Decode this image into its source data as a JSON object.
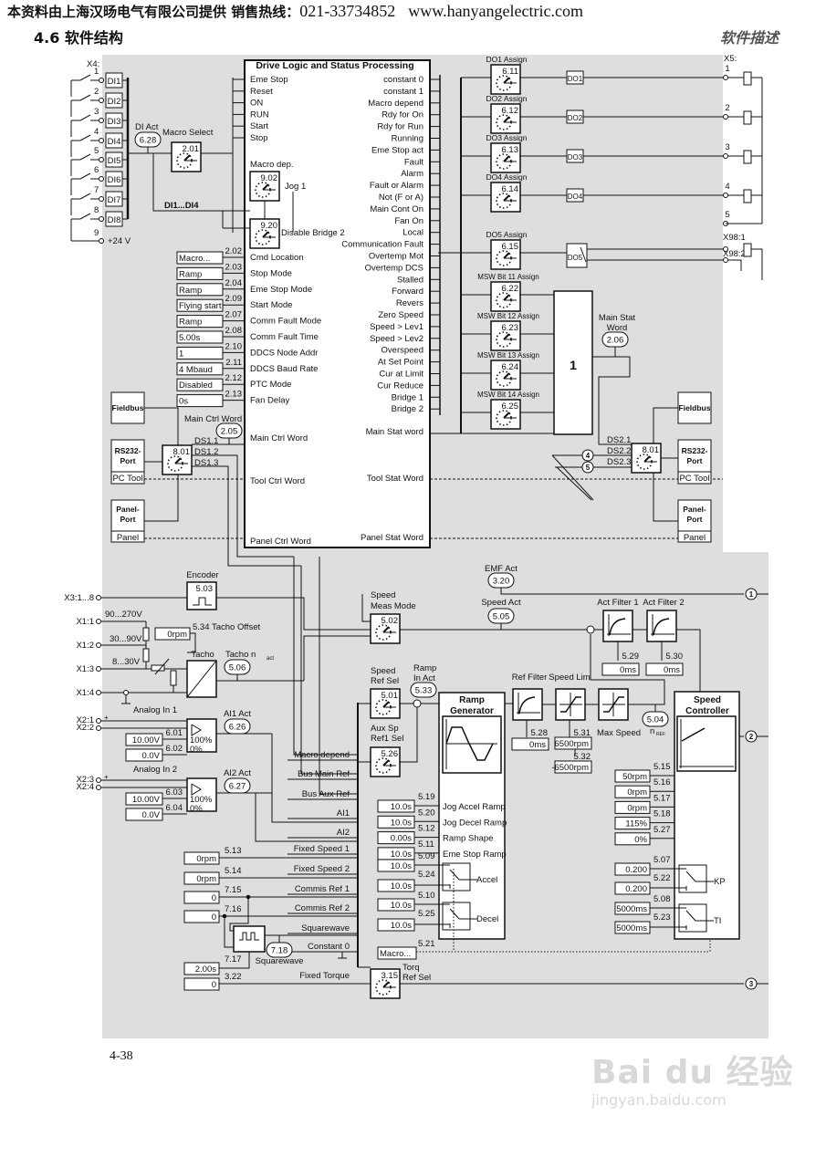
{
  "header": {
    "company_line": "本资料由上海汉旸电气有限公司提供 销售热线：",
    "phone": "021-33734852",
    "website": "www.hanyangelectric.com",
    "section_title": "4.6 软件结构",
    "section_right": "软件描述"
  },
  "footer": {
    "page_number": "4-38",
    "watermark_brand": "Bai du 经验",
    "watermark_url": "jingyan.baidu.com"
  },
  "digital_inputs": {
    "terminal": "X4:",
    "pins": [
      "1",
      "2",
      "3",
      "4",
      "5",
      "6",
      "7",
      "8",
      "9"
    ],
    "labels": [
      "DI1",
      "DI2",
      "DI3",
      "DI4",
      "DI5",
      "DI6",
      "DI7",
      "DI8"
    ],
    "supply": "+24 V",
    "di_act_label": "DI Act",
    "di_act_param": "6.28",
    "macro_select_label": "Macro Select",
    "macro_select_param": "2.01",
    "di_bus_label": "DI1...DI4"
  },
  "drive_logic": {
    "title": "Drive Logic and Status Processing",
    "inputs": [
      "Eme Stop",
      "Reset",
      "ON",
      "RUN",
      "Start",
      "Stop"
    ],
    "macro_dep_label": "Macro dep.",
    "jog_param": "9.02",
    "jog_label": "Jog 1",
    "disable_param": "9.20",
    "disable_label": "Disable Bridge 2",
    "settings": [
      {
        "value": "Macro...",
        "param": "2.02",
        "label": "Cmd Location"
      },
      {
        "value": "Ramp",
        "param": "2.03",
        "label": "Stop Mode"
      },
      {
        "value": "Ramp",
        "param": "2.04",
        "label": "Eme Stop Mode"
      },
      {
        "value": "Flying start",
        "param": "2.09",
        "label": "Start Mode"
      },
      {
        "value": "Ramp",
        "param": "2.07",
        "label": "Comm Fault Mode"
      },
      {
        "value": "5.00s",
        "param": "2.08",
        "label": "Comm Fault Time"
      },
      {
        "value": "1",
        "param": "2.10",
        "label": "DDCS Node Addr"
      },
      {
        "value": "4 Mbaud",
        "param": "2.11",
        "label": "DDCS Baud Rate"
      },
      {
        "value": "Disabled",
        "param": "2.12",
        "label": "PTC Mode"
      },
      {
        "value": "0s",
        "param": "2.13",
        "label": "Fan Delay"
      }
    ],
    "outputs": [
      "constant 0",
      "constant 1",
      "Macro depend",
      "Rdy for On",
      "Rdy for Run",
      "Running",
      "Eme Stop act",
      "Fault",
      "Alarm",
      "Fault or Alarm",
      "Not (F or A)",
      "Main Cont On",
      "Fan On",
      "Local",
      "Communication Fault",
      "Overtemp Mot",
      "Overtemp DCS",
      "Stalled",
      "Forward",
      "Revers",
      "Zero Speed",
      "Speed > Lev1",
      "Speed > Lev2",
      "Overspeed",
      "At Set Point",
      "Cur at Limit",
      "Cur Reduce",
      "Bridge 1",
      "Bridge 2"
    ],
    "main_ctrl_word": "Main Ctrl Word",
    "main_stat_word": "Main Stat word",
    "tool_ctrl_word": "Tool Ctrl Word",
    "tool_stat_word": "Tool Stat Word",
    "panel_ctrl_word": "Panel Ctrl Word",
    "panel_stat_word": "Panel Stat Word"
  },
  "comm_left": {
    "fieldbus": "Fieldbus",
    "rs232": "RS232-Port",
    "pc_tool": "PC Tool",
    "panel_port": "Panel-Port",
    "panel": "Panel",
    "main_ctrl_label": "Main Ctrl Word",
    "main_ctrl_param": "2.05",
    "selector_param": "8.01",
    "ds": [
      "DS1.1",
      "DS1.2",
      "DS1.3"
    ]
  },
  "digital_outputs": {
    "items": [
      {
        "label": "DO1 Assign",
        "param": "6.11",
        "block": "DO1",
        "pin": "1"
      },
      {
        "label": "DO2 Assign",
        "param": "6.12",
        "block": "DO2",
        "pin": "2"
      },
      {
        "label": "DO3 Assign",
        "param": "6.13",
        "block": "DO3",
        "pin": "3"
      },
      {
        "label": "DO4 Assign",
        "param": "6.14",
        "block": "DO4",
        "pin": "4"
      }
    ],
    "terminal": "X5:",
    "common_pin": "5",
    "do5": {
      "label": "DO5 Assign",
      "param": "6.15",
      "block": "DO5",
      "pins": [
        "X98:1",
        "X98:2"
      ]
    }
  },
  "msw_bits": [
    {
      "label": "MSW Bit 11 Assign",
      "param": "6.22"
    },
    {
      "label": "MSW Bit 12 Assign",
      "param": "6.23"
    },
    {
      "label": "MSW Bit 13 Assign",
      "param": "6.24"
    },
    {
      "label": "MSW Bit 14 Assign",
      "param": "6.25"
    }
  ],
  "main_stat": {
    "block_label": "1",
    "label": "Main Stat Word",
    "param": "2.06"
  },
  "comm_right": {
    "fieldbus": "Fieldbus",
    "rs232": "RS232-Port",
    "pc_tool": "PC Tool",
    "panel_port": "Panel-Port",
    "panel": "Panel",
    "selector_param": "8.01",
    "ds": [
      "DS2.1",
      "DS2.2",
      "DS2.3"
    ],
    "connectors": [
      "4",
      "5"
    ]
  },
  "speed_feedback": {
    "encoder_label": "Encoder",
    "encoder_param": "5.03",
    "encoder_terminal": "X3:1...8",
    "tacho_terminals": [
      "X1:1",
      "X1:2",
      "X1:3",
      "X1:4"
    ],
    "tacho_ranges": [
      "90...270V",
      "30...90V",
      "8...30V"
    ],
    "tacho_offset_value": "0rpm",
    "tacho_offset_param": "5.34",
    "tacho_offset_label": "Tacho Offset",
    "tacho_label": "Tacho",
    "tacho_nact_label": "Tacho n",
    "tacho_nact_sub": "act",
    "tacho_nact_param": "5.06",
    "emf_label": "EMF Act",
    "emf_param": "3.20",
    "meas_mode_label": [
      "Speed",
      "Meas Mode"
    ],
    "meas_mode_param": "5.02",
    "speed_act_label": "Speed Act",
    "speed_act_param": "5.05",
    "act_filter1": {
      "label": "Act Filter 1",
      "param": "5.29",
      "value": "0ms"
    },
    "act_filter2": {
      "label": "Act Filter 2",
      "param": "5.30",
      "value": "0ms"
    },
    "connectors": [
      "1",
      "2",
      "3"
    ]
  },
  "analog_inputs": [
    {
      "label": "Analog In 1",
      "terminals": [
        "X2:1",
        "X2:2"
      ],
      "act_label": "AI1 Act",
      "act_param": "6.26",
      "hi_value": "10.00V",
      "hi_param": "6.01",
      "lo_value": "0.0V",
      "lo_param": "6.02",
      "pct_hi": "100%",
      "pct_lo": "0%"
    },
    {
      "label": "Analog In 2",
      "terminals": [
        "X2:3",
        "X2:4"
      ],
      "act_label": "AI2 Act",
      "act_param": "6.27",
      "hi_value": "10.00V",
      "hi_param": "6.03",
      "lo_value": "0.0V",
      "lo_param": "6.04",
      "pct_hi": "100%",
      "pct_lo": "0%"
    }
  ],
  "ref_sources": [
    "Macro depend",
    "Bus Main Ref",
    "Bus Aux Ref",
    "AI1",
    "AI2",
    "Fixed Speed 1",
    "Fixed Speed 2",
    "Commis Ref 1",
    "Commis Ref 2",
    "Squarewave",
    "Constant 0",
    "Fixed Torque"
  ],
  "ref_values": [
    {
      "value": "0rpm",
      "param": "5.13"
    },
    {
      "value": "0rpm",
      "param": "5.14"
    },
    {
      "value": "0",
      "param": "7.15"
    },
    {
      "value": "0",
      "param": "7.16"
    },
    {
      "value": "2.00s",
      "param": "7.17"
    },
    {
      "value": "0",
      "param": "3.22"
    }
  ],
  "squarewave": {
    "param": "7.18",
    "label": "Squarewave"
  },
  "speed_ref": {
    "ref_sel_label": [
      "Speed",
      "Ref Sel"
    ],
    "ref_sel_param": "5.01",
    "aux_label": [
      "Aux Sp",
      "Ref1 Sel"
    ],
    "aux_param": "5.26",
    "ramp_in_label": [
      "Ramp",
      "In Act"
    ],
    "ramp_in_param": "5.33",
    "torq_label": [
      "Torq",
      "Ref Sel"
    ],
    "torq_param": "3.15"
  },
  "ramp_generator": {
    "title": [
      "Ramp",
      "Generator"
    ],
    "settings": [
      {
        "value": "10.0s",
        "param": "5.19",
        "label": "Jog Accel Ramp"
      },
      {
        "value": "10.0s",
        "param": "5.20",
        "label": "Jog Decel Ramp"
      },
      {
        "value": "0.00s",
        "param": "5.12",
        "label": "Ramp Shape"
      },
      {
        "value": "10.0s",
        "param": "5.11",
        "label": "Eme Stop Ramp"
      }
    ],
    "accel": [
      {
        "value": "10.0s",
        "param": "5.09"
      },
      {
        "value": "10.0s",
        "param": "5.24"
      }
    ],
    "accel_label": "Accel",
    "decel": [
      {
        "value": "10.0s",
        "param": "5.10"
      },
      {
        "value": "10.0s",
        "param": "5.25"
      }
    ],
    "decel_label": "Decel",
    "switch": {
      "value": "Macro...",
      "param": "5.21"
    }
  },
  "ref_chain": {
    "ref_filter_label": "Ref Filter",
    "ref_filter_param": "5.28",
    "ref_filter_value": "0ms",
    "speed_lim_label": "Speed Lim",
    "max_param": "5.31",
    "max_value": "6500rpm",
    "min_param": "5.32",
    "min_value": "-6500rpm",
    "max_speed_label": "Max Speed",
    "nref_param": "5.04",
    "nref_label": "n",
    "nref_sub": "REF"
  },
  "speed_controller": {
    "title": [
      "Speed",
      "Controller"
    ],
    "settings": [
      {
        "value": "50rpm",
        "param": "5.15"
      },
      {
        "value": "0rpm",
        "param": "5.16"
      },
      {
        "value": "0rpm",
        "param": "5.17"
      },
      {
        "value": "115%",
        "param": "5.18"
      },
      {
        "value": "0%",
        "param": "5.27"
      }
    ],
    "kp": [
      {
        "value": "0.200",
        "param": "5.07"
      },
      {
        "value": "0.200",
        "param": "5.22"
      }
    ],
    "kp_label": "KP",
    "ti": [
      {
        "value": "5000ms",
        "param": "5.08"
      },
      {
        "value": "5000ms",
        "param": "5.23"
      }
    ],
    "ti_label": "TI"
  }
}
